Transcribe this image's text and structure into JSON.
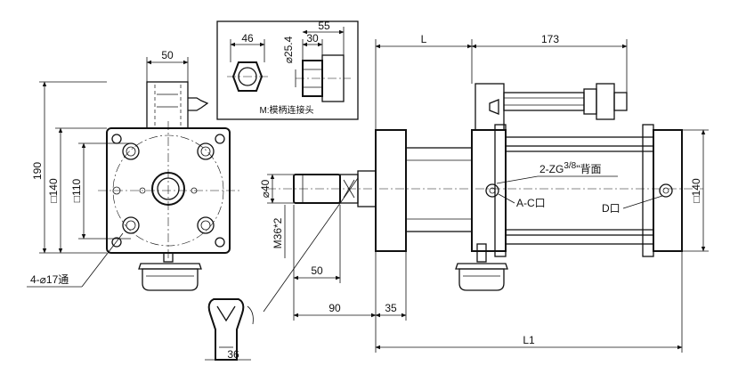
{
  "drawing": {
    "top_labels": {
      "width_50": "50",
      "length_L": "L",
      "length_173": "173"
    },
    "inset": {
      "dim_46": "46",
      "dim_dia25": "⌀25.4",
      "dim_30": "30",
      "dim_55": "55",
      "caption": "M:模柄连接头"
    },
    "end_view": {
      "dim_190": "190",
      "dim_sq140": "□140",
      "dim_sq110": "□110",
      "holes_note": "4-⌀17通"
    },
    "rod": {
      "dim_dia40": "⌀40",
      "thread": "M36*2",
      "dim_50": "50",
      "dim_90": "90",
      "dim_35": "35",
      "wrench_36": "36"
    },
    "body": {
      "port_note_prefix": "2-ZG",
      "port_note_frac": "3/8",
      "port_note_suffix": "\"背面",
      "port_ac": "A-C口",
      "port_d": "D口",
      "dim_sq140_right": "□140",
      "total_L1": "L1"
    }
  }
}
